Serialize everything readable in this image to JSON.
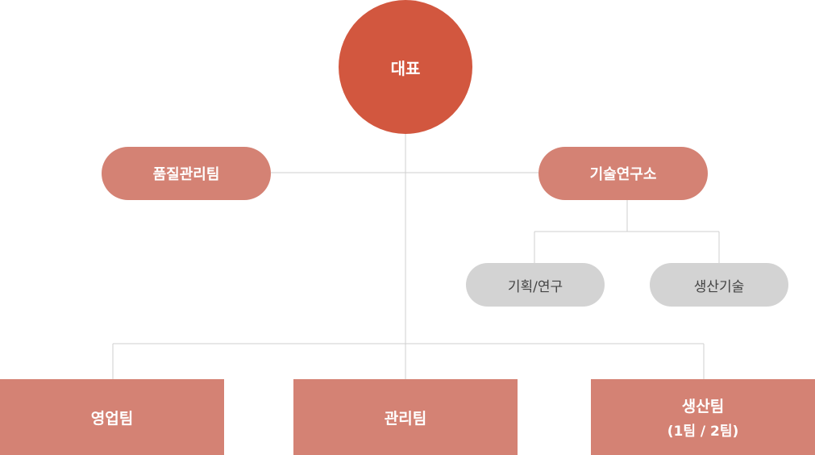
{
  "colors": {
    "ceo": "#d2573f",
    "department": "#d48274",
    "sub_unit": "#d3d3d3",
    "connector": "#cfcfcf"
  },
  "ceo": {
    "label": "대표"
  },
  "side_units": {
    "quality": {
      "label": "품질관리팀"
    },
    "research": {
      "label": "기술연구소"
    }
  },
  "research_units": {
    "planning": {
      "label": "기획/연구"
    },
    "production_tech": {
      "label": "생산기술"
    }
  },
  "teams": {
    "sales": {
      "label": "영업팀"
    },
    "management": {
      "label": "관리팀"
    },
    "production": {
      "label": "생산팀",
      "sublabel": "(1팀 / 2팀)"
    }
  }
}
